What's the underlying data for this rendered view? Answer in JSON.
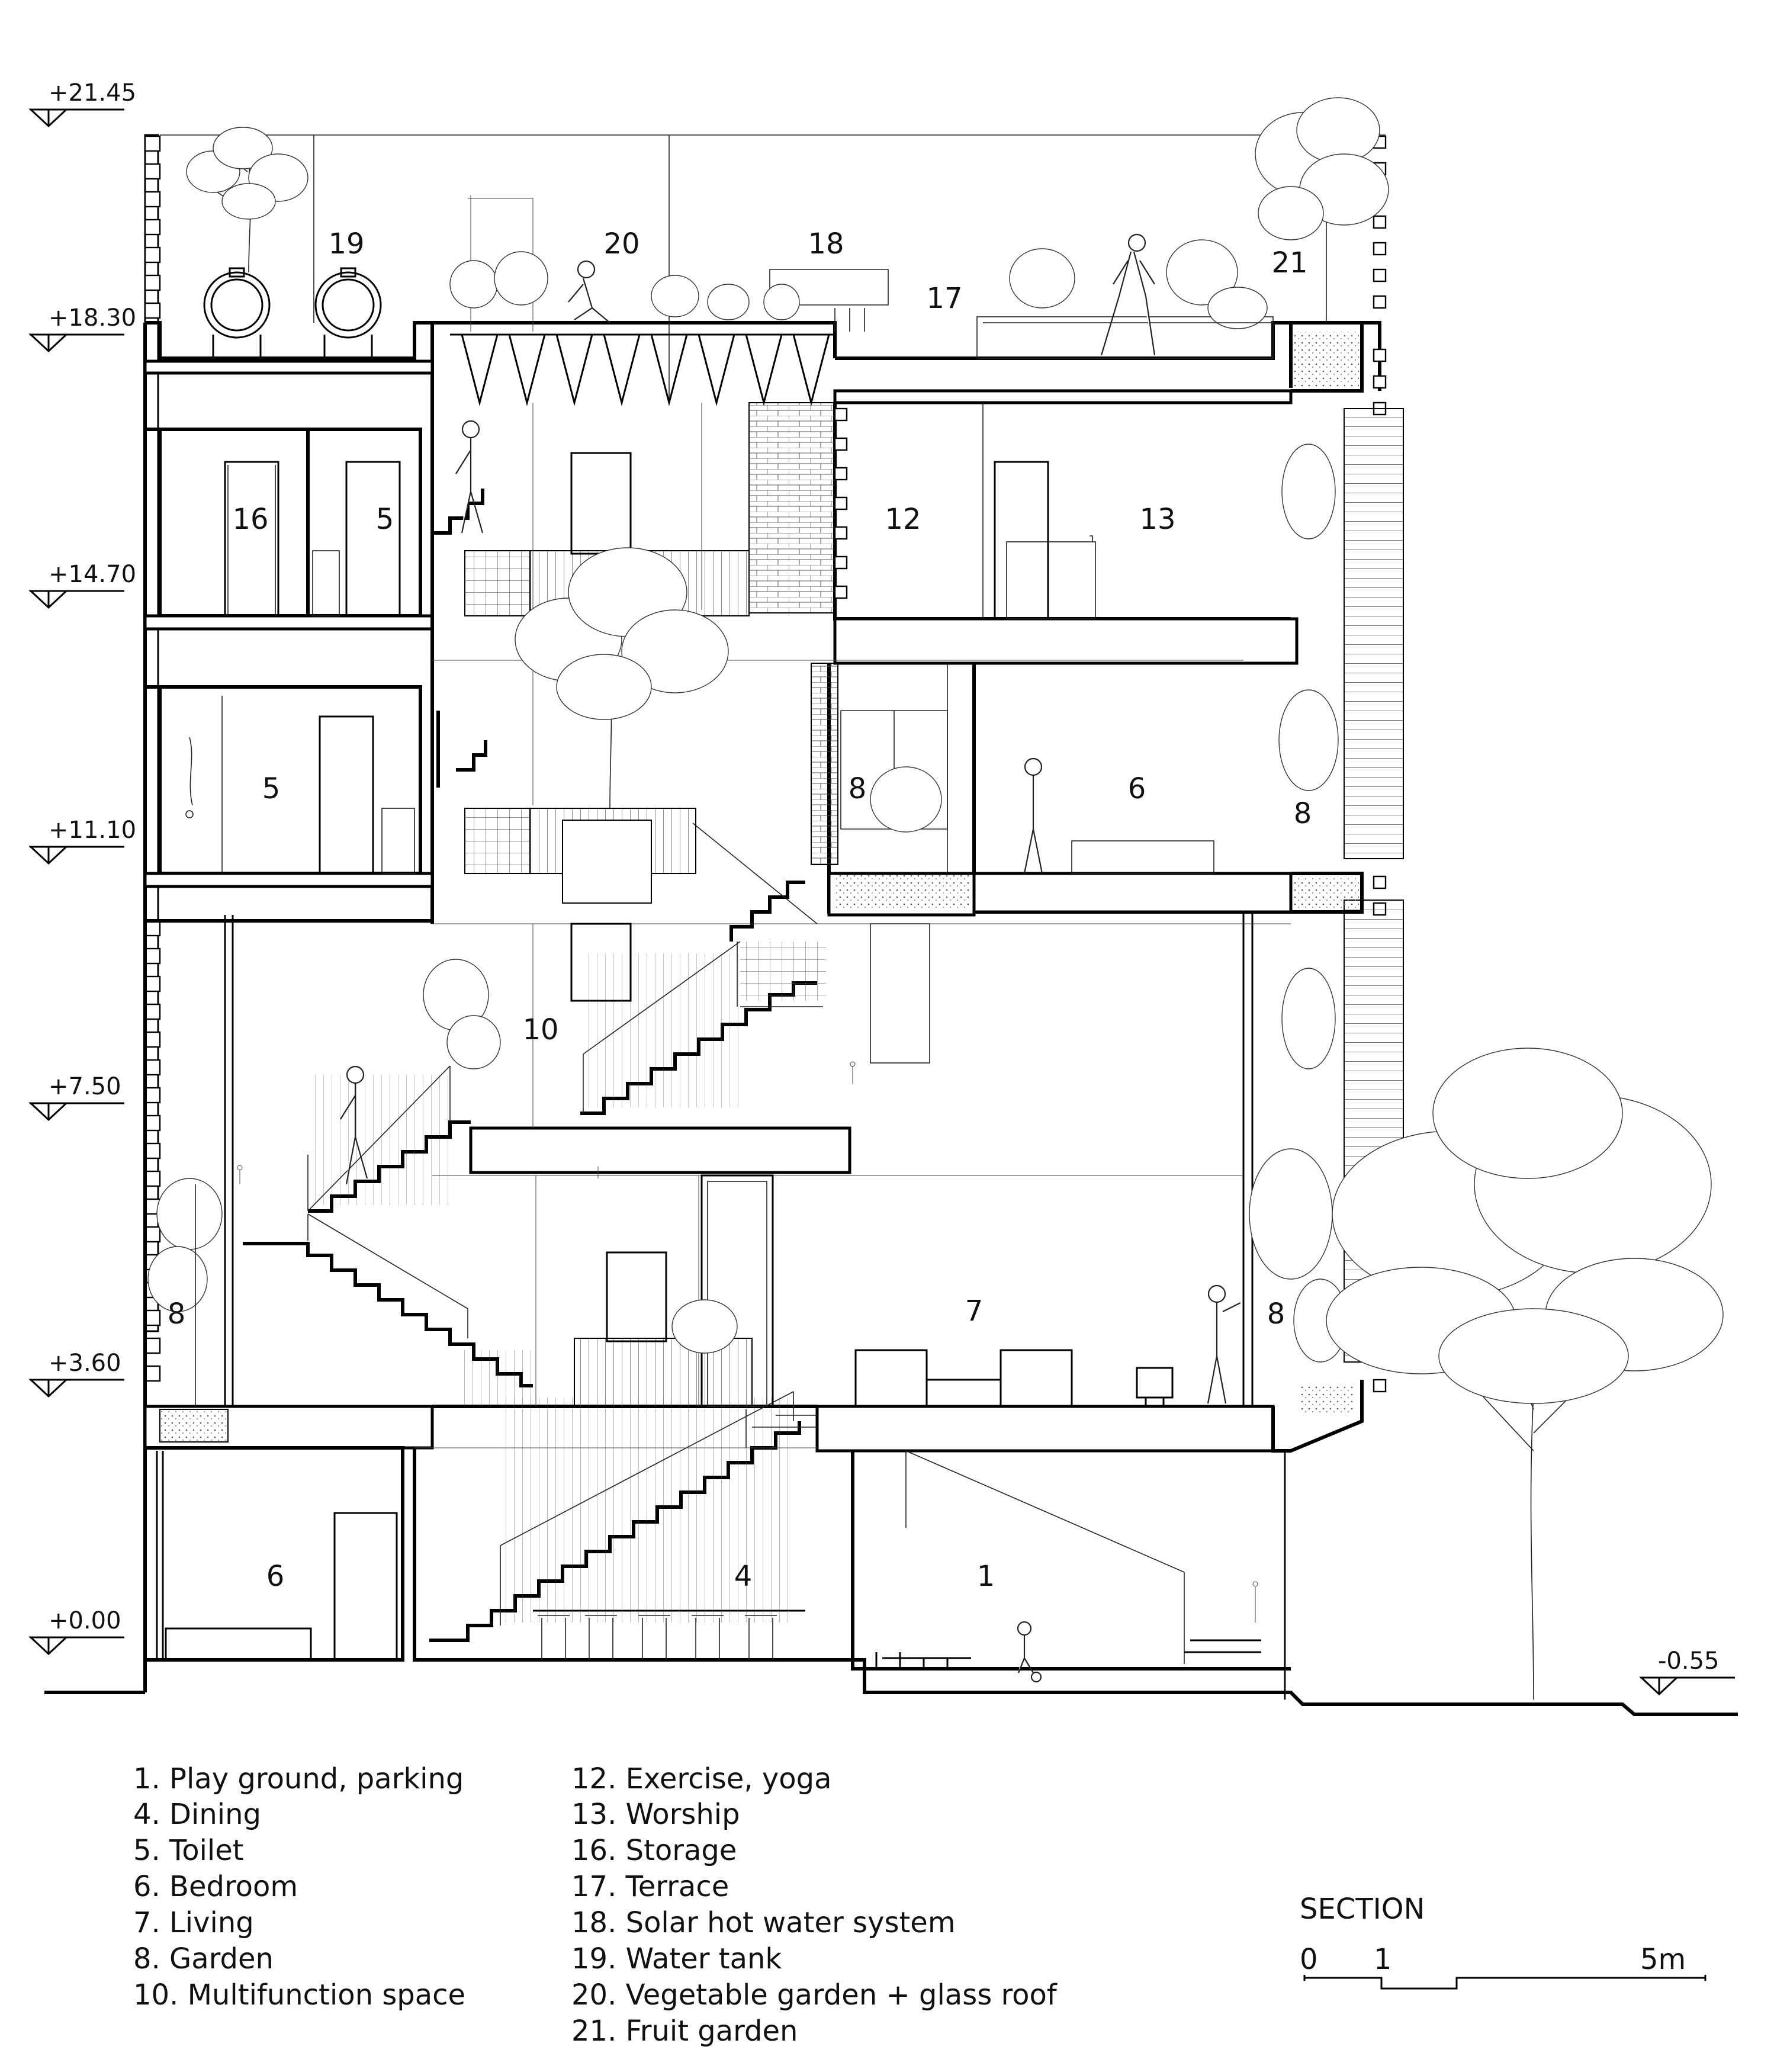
{
  "levels": [
    "+21.45",
    "+18.30",
    "+14.70",
    "+11.10",
    "+7.50",
    "+3.60",
    "+0.00",
    "-0.55"
  ],
  "room_labels": [
    "19",
    "20",
    "18",
    "17",
    "21",
    "16",
    "5",
    "12",
    "13",
    "5",
    "8",
    "6",
    "8",
    "10",
    "7",
    "8",
    "8",
    "6",
    "4",
    "1"
  ],
  "legend": {
    "col1": [
      "1. Play ground, parking",
      "4. Dining",
      "5. Toilet",
      "6. Bedroom",
      "7. Living",
      "8. Garden",
      "10. Multifunction space"
    ],
    "col2": [
      "12. Exercise, yoga",
      "13. Worship",
      "16. Storage",
      "17. Terrace",
      "18. Solar hot water system",
      "19. Water tank",
      "20. Vegetable garden + glass roof",
      "21. Fruit garden"
    ]
  },
  "scale": {
    "title": "SECTION",
    "ticks": [
      "0",
      "1",
      "5m"
    ]
  }
}
